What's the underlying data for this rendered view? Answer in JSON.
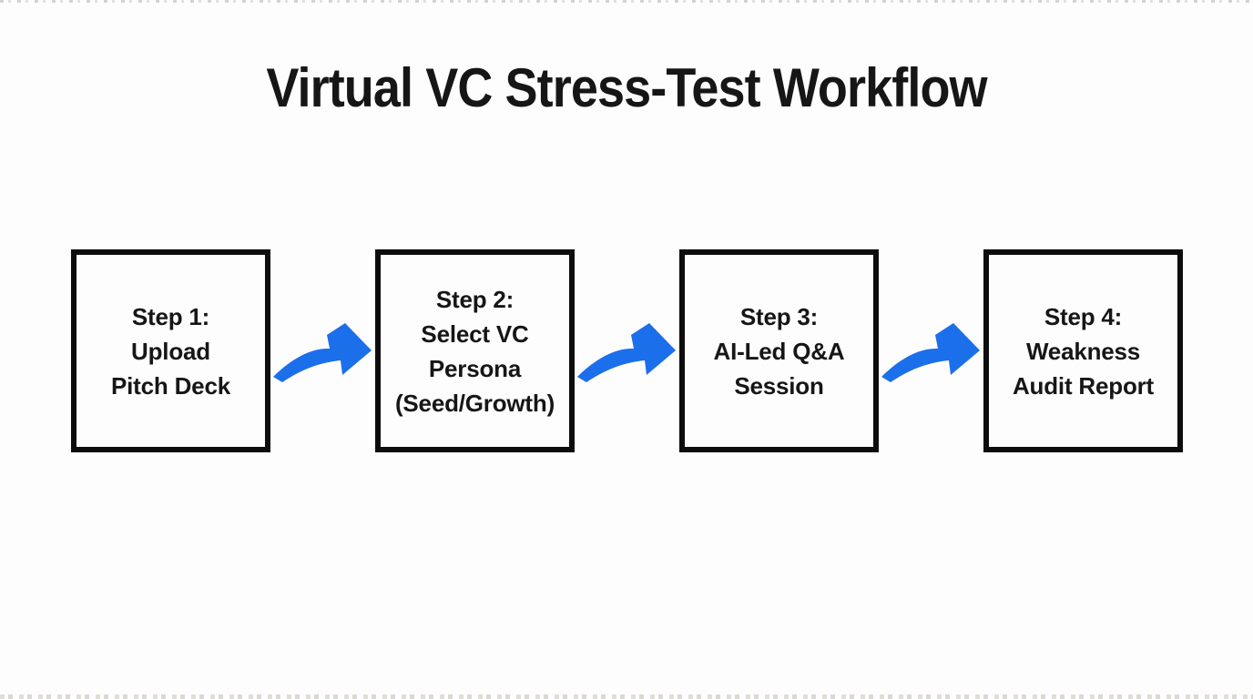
{
  "title": "Virtual VC Stress-Test Workflow",
  "colors": {
    "background": "#fdfdfd",
    "text": "#161616",
    "box_border": "#0d0d0d",
    "arrow_blue": "#1c6fea"
  },
  "steps": [
    {
      "label": "Step 1:\nUpload\nPitch Deck"
    },
    {
      "label": "Step 2:\nSelect VC\nPersona\n(Seed/Growth)"
    },
    {
      "label": "Step 3:\nAI-Led Q&A\nSession"
    },
    {
      "label": "Step 4:\nWeakness\nAudit Report"
    }
  ],
  "arrows": [
    {
      "icon": "curved-arrow-icon"
    },
    {
      "icon": "curved-arrow-icon"
    },
    {
      "icon": "curved-arrow-icon"
    }
  ]
}
